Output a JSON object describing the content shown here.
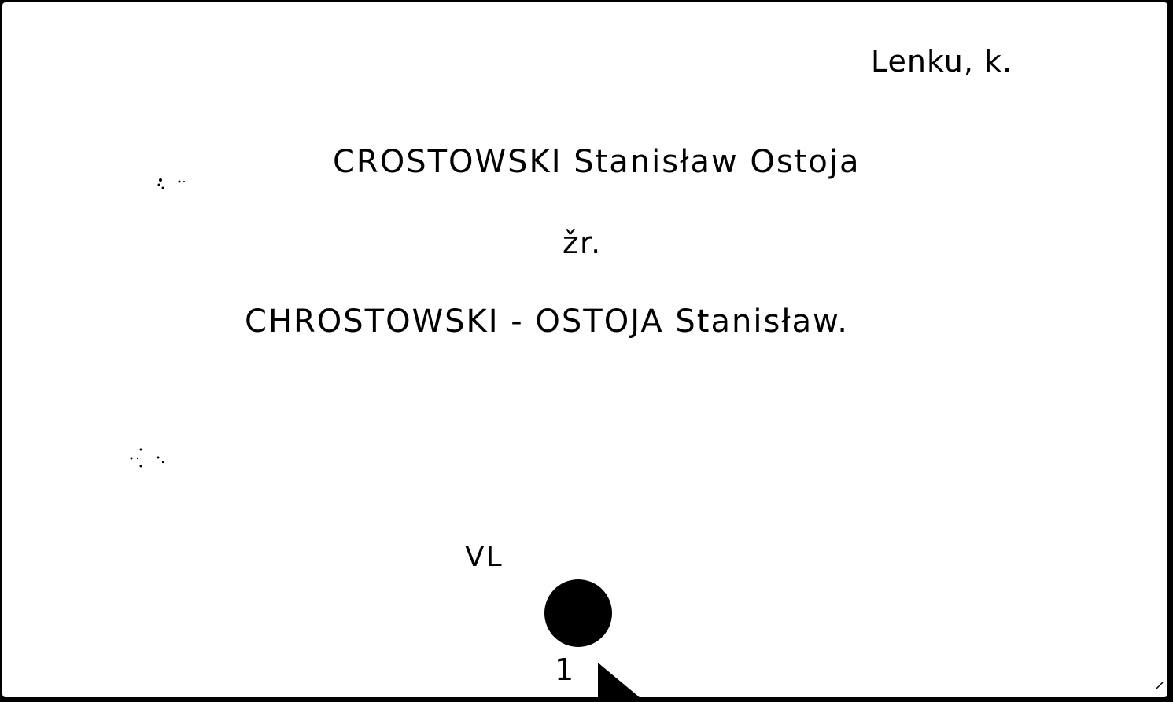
{
  "card": {
    "ref_tag": "Lenku, k.",
    "main_heading": "CROSTOWSKI Stanisław Ostoja",
    "see_ref": "žr.",
    "cross_ref": "CHROSTOWSKI - OSTOJA Stanisław.",
    "shelf_mark": "VL",
    "card_number": "1"
  },
  "colors": {
    "paper": "#ffffff",
    "ink": "#000000",
    "background": "#000000"
  }
}
